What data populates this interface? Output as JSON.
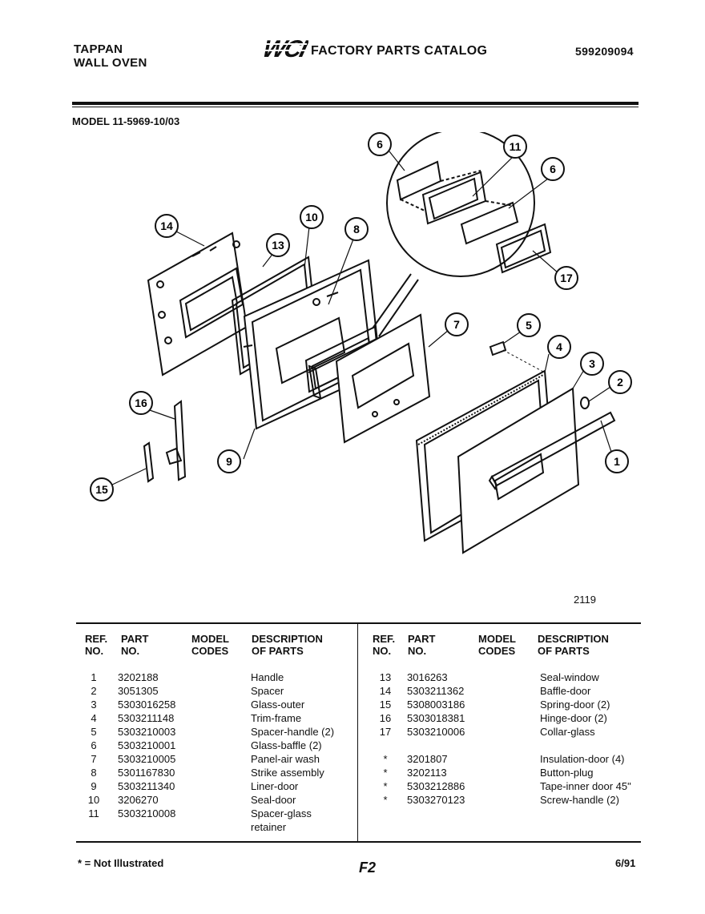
{
  "header": {
    "brand": "TAPPAN",
    "appliance": "WALL OVEN",
    "logo_text": "WCI",
    "catalog_title": "FACTORY PARTS CATALOG",
    "doc_number": "599209094"
  },
  "model_line": "MODEL 11-5969-10/03",
  "figure_number": "2119",
  "callouts": [
    "1",
    "2",
    "3",
    "4",
    "5",
    "6",
    "7",
    "8",
    "9",
    "10",
    "11",
    "13",
    "14",
    "15",
    "16",
    "17",
    "6"
  ],
  "table": {
    "headers": {
      "ref": [
        "REF.",
        "NO."
      ],
      "part": [
        "PART",
        "NO."
      ],
      "model": [
        "MODEL",
        "CODES"
      ],
      "desc": [
        "DESCRIPTION",
        "OF PARTS"
      ]
    },
    "left_rows": [
      {
        "ref": "1",
        "part": "3202188",
        "model": "",
        "desc": "Handle"
      },
      {
        "ref": "2",
        "part": "3051305",
        "model": "",
        "desc": "Spacer"
      },
      {
        "ref": "3",
        "part": "5303016258",
        "model": "",
        "desc": "Glass-outer"
      },
      {
        "ref": "4",
        "part": "5303211148",
        "model": "",
        "desc": "Trim-frame"
      },
      {
        "ref": "5",
        "part": "5303210003",
        "model": "",
        "desc": "Spacer-handle (2)"
      },
      {
        "ref": "6",
        "part": "5303210001",
        "model": "",
        "desc": "Glass-baffle (2)"
      },
      {
        "ref": "7",
        "part": "5303210005",
        "model": "",
        "desc": "Panel-air wash"
      },
      {
        "ref": "8",
        "part": "5301167830",
        "model": "",
        "desc": "Strike assembly"
      },
      {
        "ref": "9",
        "part": "5303211340",
        "model": "",
        "desc": "Liner-door"
      },
      {
        "ref": "10",
        "part": "3206270",
        "model": "",
        "desc": "Seal-door"
      },
      {
        "ref": "11",
        "part": "5303210008",
        "model": "",
        "desc": "Spacer-glass"
      },
      {
        "ref": "",
        "part": "",
        "model": "",
        "desc": "retainer"
      }
    ],
    "right_rows": [
      {
        "ref": "13",
        "part": "3016263",
        "model": "",
        "desc": "Seal-window"
      },
      {
        "ref": "14",
        "part": "5303211362",
        "model": "",
        "desc": "Baffle-door"
      },
      {
        "ref": "15",
        "part": "5308003186",
        "model": "",
        "desc": "Spring-door (2)"
      },
      {
        "ref": "16",
        "part": "5303018381",
        "model": "",
        "desc": "Hinge-door (2)"
      },
      {
        "ref": "17",
        "part": "5303210006",
        "model": "",
        "desc": "Collar-glass"
      },
      {
        "ref": "",
        "part": "",
        "model": "",
        "desc": ""
      },
      {
        "ref": "*",
        "part": "3201807",
        "model": "",
        "desc": "Insulation-door (4)"
      },
      {
        "ref": "*",
        "part": "3202113",
        "model": "",
        "desc": "Button-plug"
      },
      {
        "ref": "*",
        "part": "5303212886",
        "model": "",
        "desc": "Tape-inner door 45\""
      },
      {
        "ref": "*",
        "part": "5303270123",
        "model": "",
        "desc": "Screw-handle (2)"
      }
    ]
  },
  "footnote": "* = Not Illustrated",
  "page_label": "F2",
  "date": "6/91"
}
